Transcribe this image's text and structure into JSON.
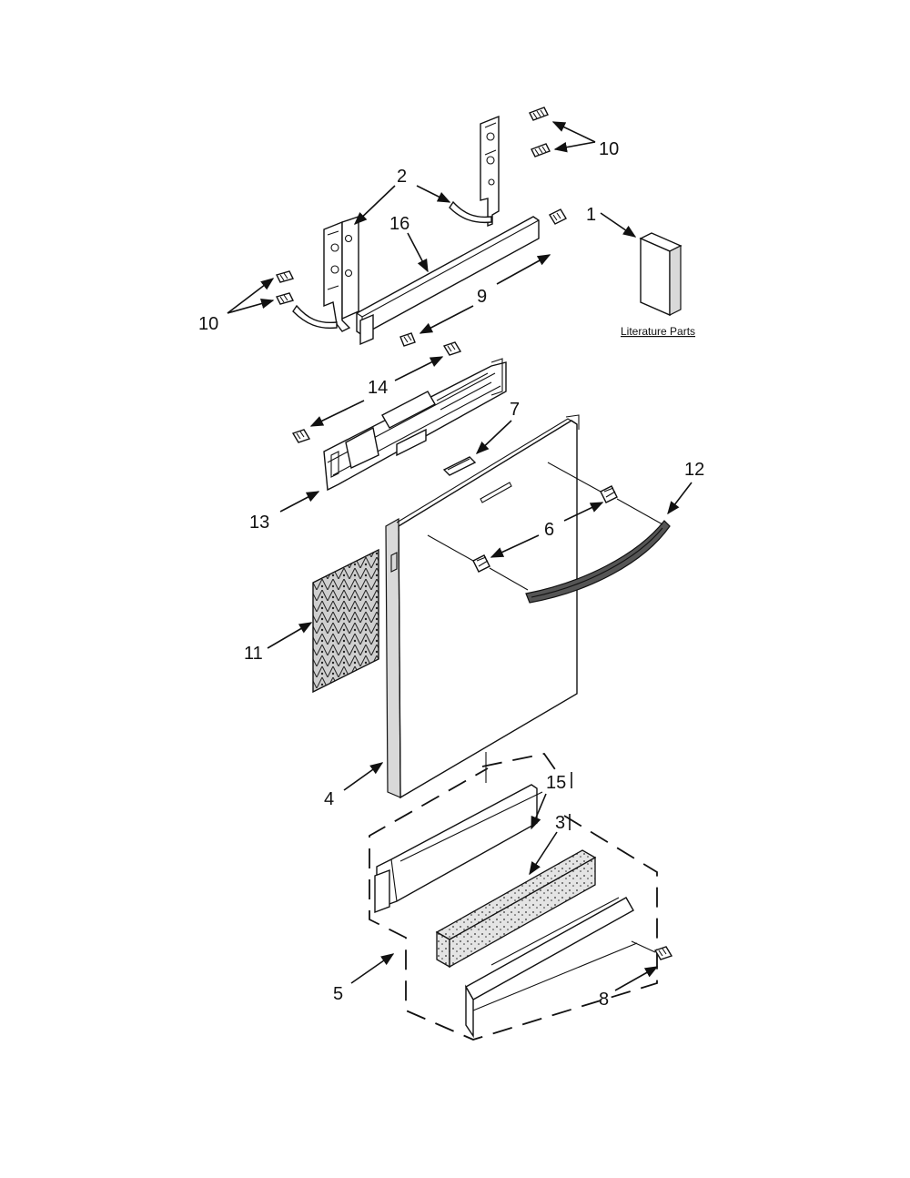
{
  "labels": {
    "l1": "1",
    "l2": "2",
    "l3": "3",
    "l4": "4",
    "l5": "5",
    "l6": "6",
    "l7": "7",
    "l8": "8",
    "l9": "9",
    "l10_top": "10",
    "l10_left": "10",
    "l11": "11",
    "l12": "12",
    "l13": "13",
    "l14": "14",
    "l15": "15",
    "l16": "16"
  },
  "literature": "Literature Parts"
}
